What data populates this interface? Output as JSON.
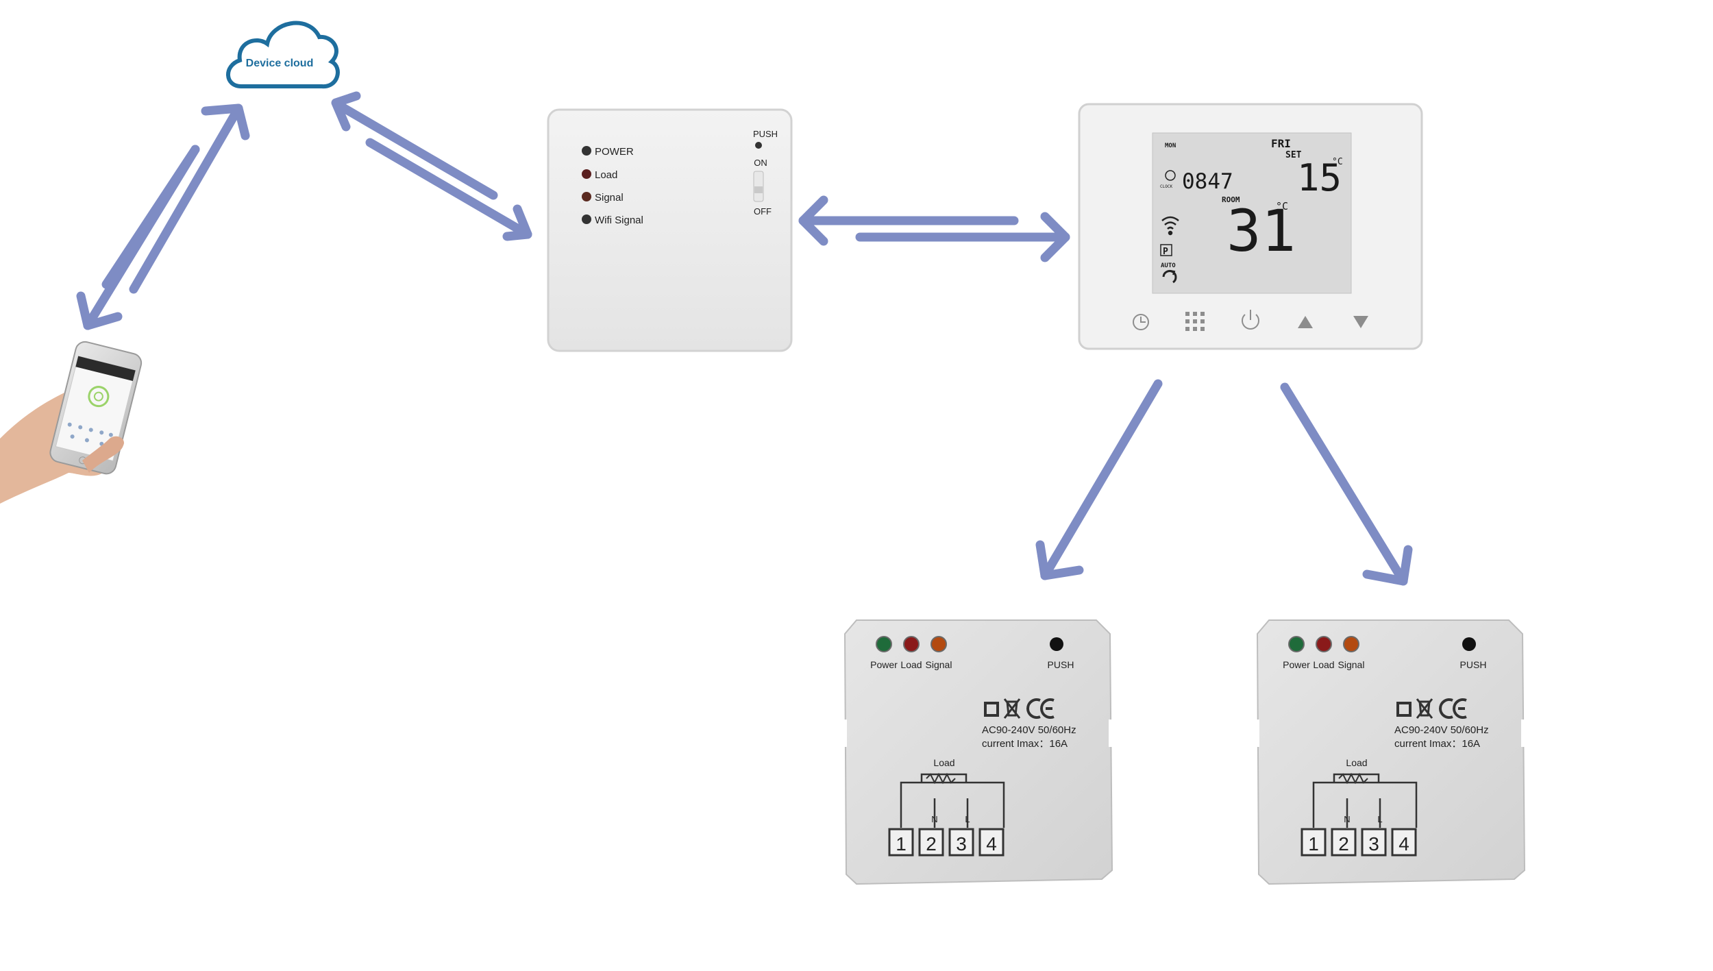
{
  "cloud": {
    "label": "Device cloud",
    "color": "#1e6e9e"
  },
  "gateway": {
    "indicators": [
      "POWER",
      "Load",
      "Signal",
      "Wifi Signal"
    ],
    "switch_labels": {
      "push": "PUSH",
      "on": "ON",
      "off": "OFF"
    }
  },
  "thermostat": {
    "day_left": "MON",
    "day_right": "FRI",
    "set_label": "SET",
    "set_temp": "15",
    "unit": "°C",
    "clock_label": "CLOCK",
    "time": "0847",
    "room_label": "ROOM",
    "room_temp": "31",
    "p_label": "P",
    "auto_label": "AUTO",
    "buttons": [
      "clock-icon",
      "menu-grid-icon",
      "power-icon",
      "up-arrow-icon",
      "down-arrow-icon"
    ]
  },
  "receivers": [
    {
      "led_labels": [
        "Power",
        "Load",
        "Signal"
      ],
      "push_label": "PUSH",
      "spec_line1": "AC90-240V 50/60Hz",
      "spec_line2": "current Imax：16A",
      "load_label": "Load",
      "terminal_mid_labels": [
        "N",
        "L"
      ],
      "terminals": [
        "1",
        "2",
        "3",
        "4"
      ]
    },
    {
      "led_labels": [
        "Power",
        "Load",
        "Signal"
      ],
      "push_label": "PUSH",
      "spec_line1": "AC90-240V 50/60Hz",
      "spec_line2": "current Imax：16A",
      "load_label": "Load",
      "terminal_mid_labels": [
        "N",
        "L"
      ],
      "terminals": [
        "1",
        "2",
        "3",
        "4"
      ]
    }
  ],
  "colors": {
    "arrow": "#7e8cc4",
    "led_green": "#1f6b3a",
    "led_red": "#8a1a1a",
    "led_amber": "#b34a10"
  }
}
